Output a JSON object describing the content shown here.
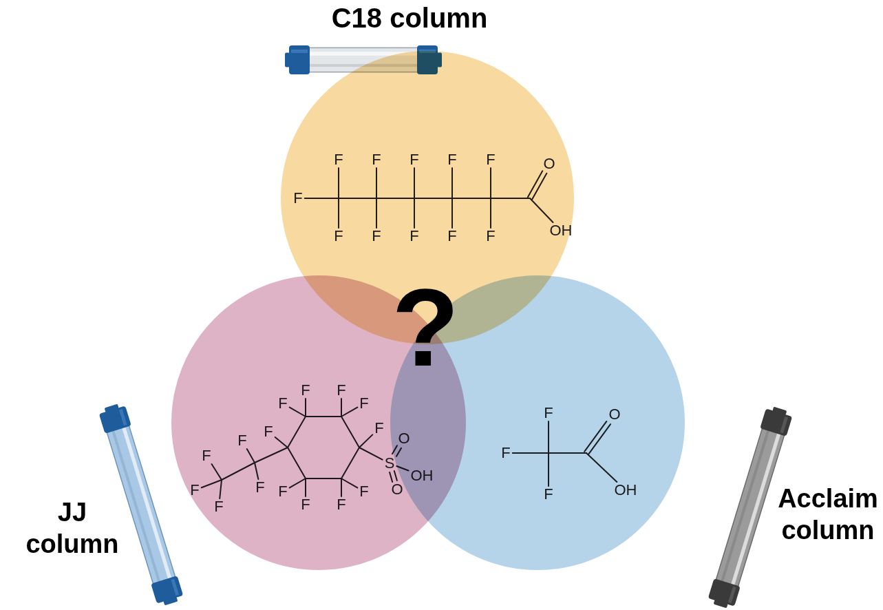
{
  "diagram": {
    "nodes": [
      {
        "text": [
          "F",
          "F",
          "F",
          "F",
          "F",
          "O",
          "F",
          "F",
          "F",
          "F",
          "F",
          "F",
          "OH"
        ]
      },
      {
        "text": [
          "F",
          "F",
          "F",
          "F",
          "F",
          "F",
          "O",
          "F",
          "F",
          "S",
          "OH",
          "F",
          "O",
          "F",
          "F",
          "F",
          "F",
          "F",
          "F"
        ]
      },
      {
        "text": [
          "F",
          "O",
          "F",
          "F",
          "OH"
        ]
      }
    ],
    "labels": [
      "C18 column",
      "?",
      "JJ column",
      "Acclaim column"
    ]
  }
}
